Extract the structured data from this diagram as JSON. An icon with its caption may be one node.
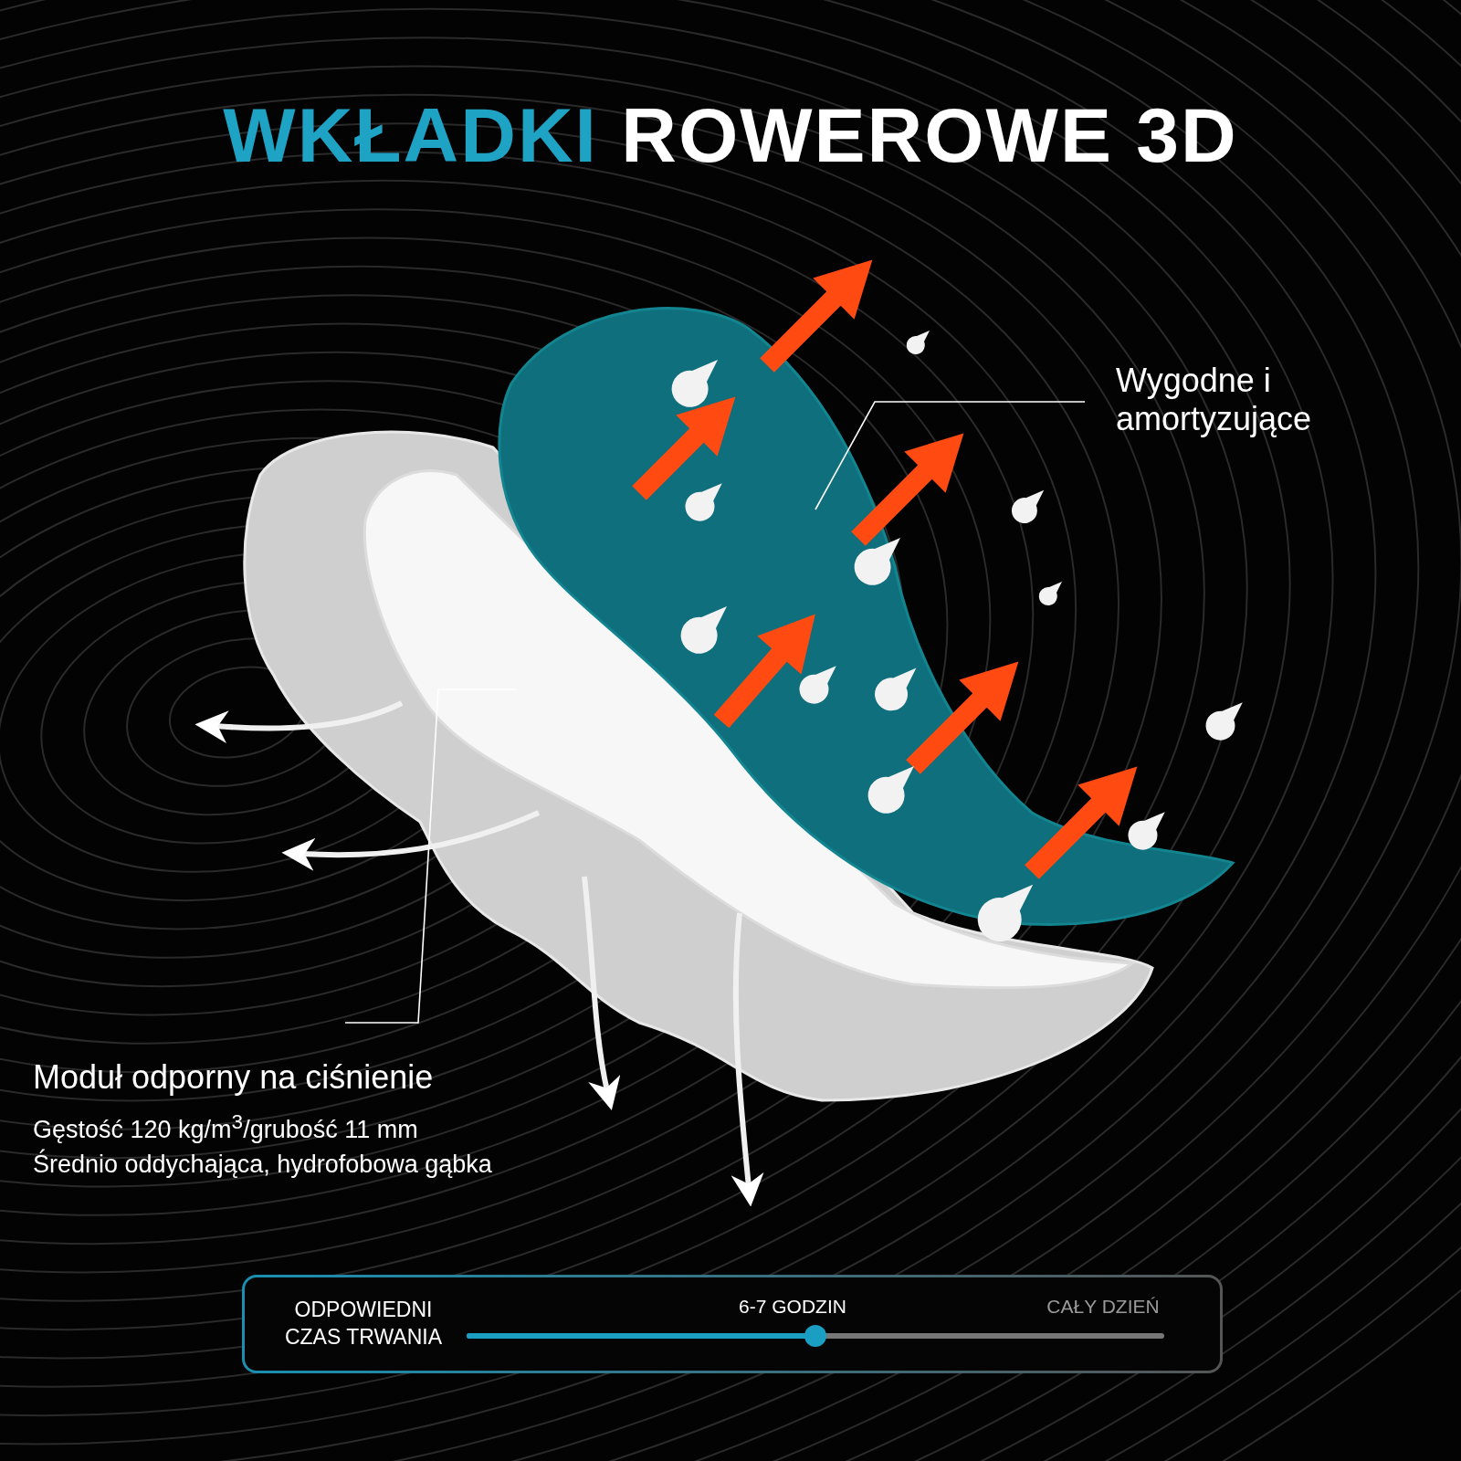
{
  "diagram": {
    "title": "WKŁADKI ROWEROWE 3D",
    "nodes": [
      {
        "text": [
          "Wygodne i amortyzujące"
        ]
      },
      {
        "text": [],
        "shape": "picture"
      },
      {
        "text": [
          "Moduł odporny na ciśnienie",
          "Gęstość 120 kg/m$^{3}$/grubość 11 mm",
          "Średnio oddychająca, hydrofobowa gąbka"
        ]
      },
      {
        "text": [],
        "shape": "picture"
      }
    ],
    "edges": [
      {
        "from": 0,
        "to": 1,
        "arrow": "none"
      },
      {
        "from": 2,
        "to": 3,
        "arrow": "none"
      }
    ],
    "labels": [
      "ODPOWIEDNI CZAS TRWANIA",
      "6-7 GODZIN",
      "CAŁY DZIEŃ"
    ]
  }
}
